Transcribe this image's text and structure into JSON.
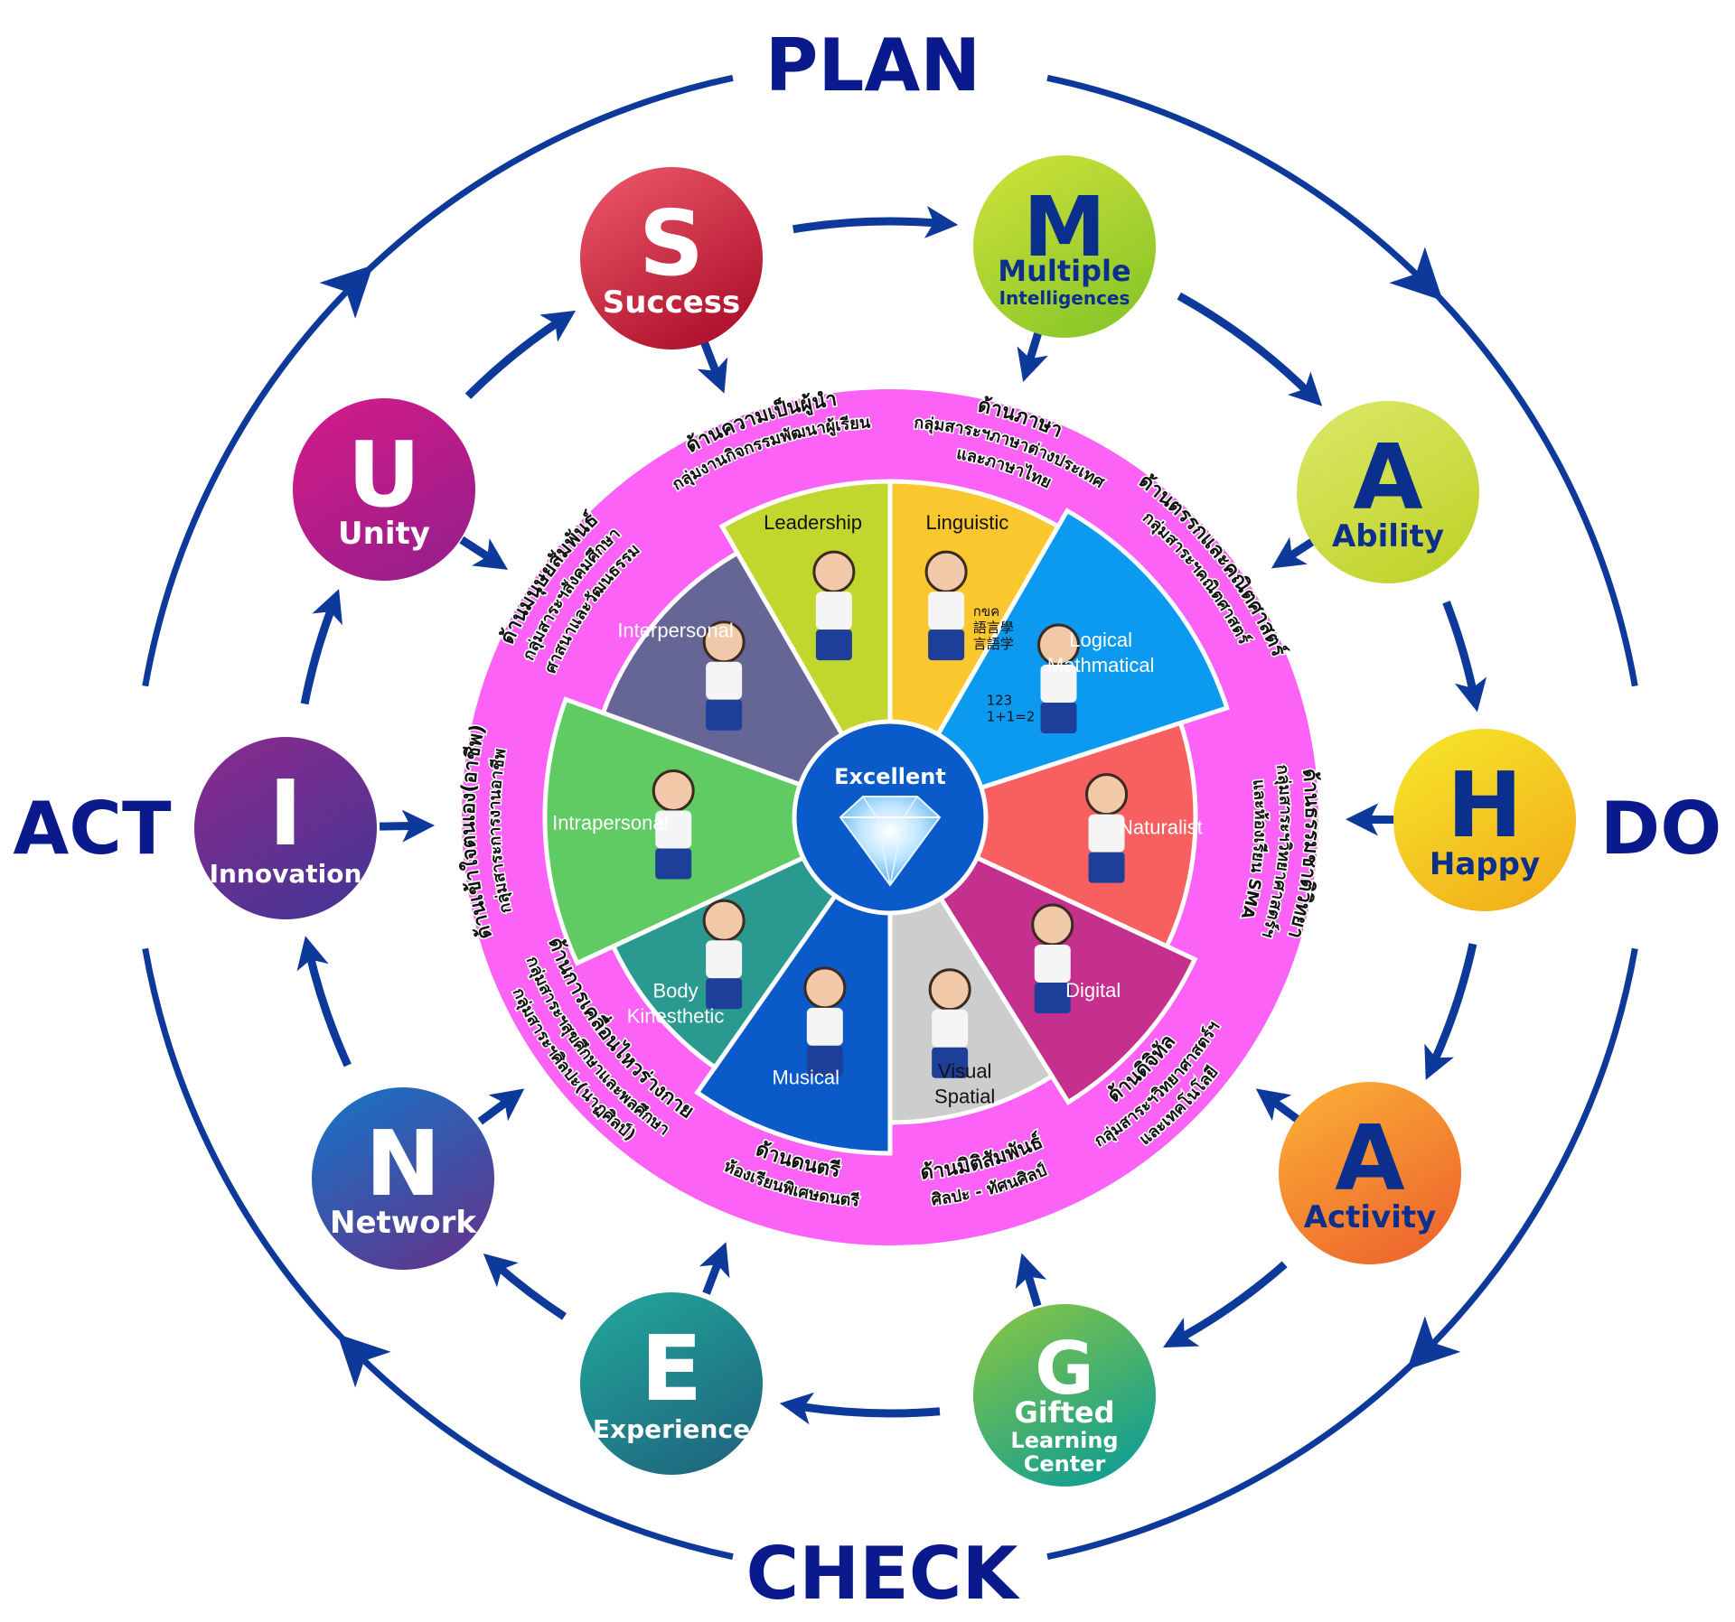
{
  "cycle": {
    "plan": "PLAN",
    "do": "DO",
    "check": "CHECK",
    "act": "ACT"
  },
  "letters": [
    {
      "letter": "S",
      "word": "Success",
      "word2": "",
      "word3": "",
      "colors": [
        "#ef5a6c",
        "#b0142e"
      ],
      "text_color": "#ffffff"
    },
    {
      "letter": "M",
      "word": "Multiple",
      "word2": "Intelligences",
      "word3": "",
      "colors": [
        "#d2e23a",
        "#8cc82a"
      ],
      "text_color": "#0b2f8c"
    },
    {
      "letter": "A",
      "word": "Ability",
      "word2": "",
      "word3": "",
      "colors": [
        "#dde86a",
        "#c2d42e"
      ],
      "text_color": "#0b2f8c"
    },
    {
      "letter": "H",
      "word": "Happy",
      "word2": "",
      "word3": "",
      "colors": [
        "#f6e82a",
        "#f3b21c"
      ],
      "text_color": "#0b2f8c"
    },
    {
      "letter": "A",
      "word": "Activity",
      "word2": "",
      "word3": "",
      "colors": [
        "#fbb236",
        "#ef6a2e"
      ],
      "text_color": "#0b2f8c"
    },
    {
      "letter": "G",
      "word": "Gifted",
      "word2": "Learning",
      "word3": "Center",
      "colors": [
        "#8cc840",
        "#17a08e"
      ],
      "text_color": "#ffffff"
    },
    {
      "letter": "E",
      "word": "Experience",
      "word2": "",
      "word3": "",
      "colors": [
        "#22a89c",
        "#1f6a80"
      ],
      "text_color": "#ffffff"
    },
    {
      "letter": "N",
      "word": "Network",
      "word2": "",
      "word3": "",
      "colors": [
        "#1476c8",
        "#5a3a92"
      ],
      "text_color": "#ffffff"
    },
    {
      "letter": "I",
      "word": "Innovation",
      "word2": "",
      "word3": "",
      "colors": [
        "#8c2a8c",
        "#4c3494"
      ],
      "text_color": "#ffffff"
    },
    {
      "letter": "U",
      "word": "Unity",
      "word2": "",
      "word3": "",
      "colors": [
        "#d61a8a",
        "#9c1e8a"
      ],
      "text_color": "#ffffff"
    }
  ],
  "center": {
    "label": "Excellent",
    "icon": "diamond-icon"
  },
  "wedges": [
    {
      "label": "Linguistic",
      "label2": "",
      "color": "#fbc72e",
      "thai": [
        "ด้านภาษา",
        "กลุ่มสาระฯภาษาต่างประเทศ",
        "และภาษาไทย"
      ],
      "extra": [
        "กขค",
        "語言學",
        "言語学"
      ]
    },
    {
      "label": "Logical",
      "label2": "Mathmatical",
      "color": "#0b9af0",
      "thai": [
        "ด้านตรรกและคณิตศาสตร์",
        "กลุ่มสาระฯคณิตศาสตร์"
      ],
      "extra": [
        "123",
        "1+1=2"
      ]
    },
    {
      "label": "Naturalist",
      "label2": "",
      "color": "#f85f60",
      "thai": [
        "ด้านธรรมชาติวิทยา",
        "กลุ่มสาระฯวิทยาศาสตร์ฯ",
        "และห้องเรียน SMA"
      ]
    },
    {
      "label": "Digital",
      "label2": "",
      "color": "#c52f8d",
      "thai": [
        "ด้านดิจิทัล",
        "กลุ่มสาระฯวิทยาศาสตร์ฯ",
        "และเทคโนโลยี"
      ]
    },
    {
      "label": "Visual",
      "label2": "Spatial",
      "color": "#cdcdcd",
      "thai": [
        "ด้านมิติสัมพันธ์",
        "ศิลปะ - ทัศนศิลป์"
      ]
    },
    {
      "label": "Musical",
      "label2": "",
      "color": "#0b5ac9",
      "thai": [
        "ด้านดนตรี",
        "ห้องเรียนพิเศษดนตรี"
      ]
    },
    {
      "label": "Body",
      "label2": "Kinesthetic",
      "color": "#2a9a90",
      "thai": [
        "ด้านการเคลื่อนไหวร่างกาย",
        "กลุ่มสาระฯสุขศึกษาและพลศึกษา",
        "กลุ่มสาระฯศิลปะ(นาฏศิลป์)"
      ]
    },
    {
      "label": "Intrapersonal",
      "label2": "",
      "color": "#5fcb62",
      "thai": [
        "ด้านเข้าใจตนเอง(อาชีพ)",
        "กลุ่มสาระการงานอาชีพ"
      ]
    },
    {
      "label": "Interpersonal",
      "label2": "",
      "color": "#656596",
      "thai": [
        "ด้านมนุษยสัมพันธ์",
        "กลุ่มสาระฯสังคมศึกษา",
        "ศาสนาและวัฒนธรรม"
      ]
    },
    {
      "label": "Leadership",
      "label2": "",
      "color": "#c2d72e",
      "thai": [
        "ด้านความเป็นผู้นำ",
        "กลุ่มงานกิจกรรมพัฒนาผู้เรียน"
      ]
    }
  ],
  "colors": {
    "arrow": "#0d3a9a",
    "ring": "#fb62f5",
    "center": "#0b5ac9",
    "pdca": "#0a1a8c"
  }
}
